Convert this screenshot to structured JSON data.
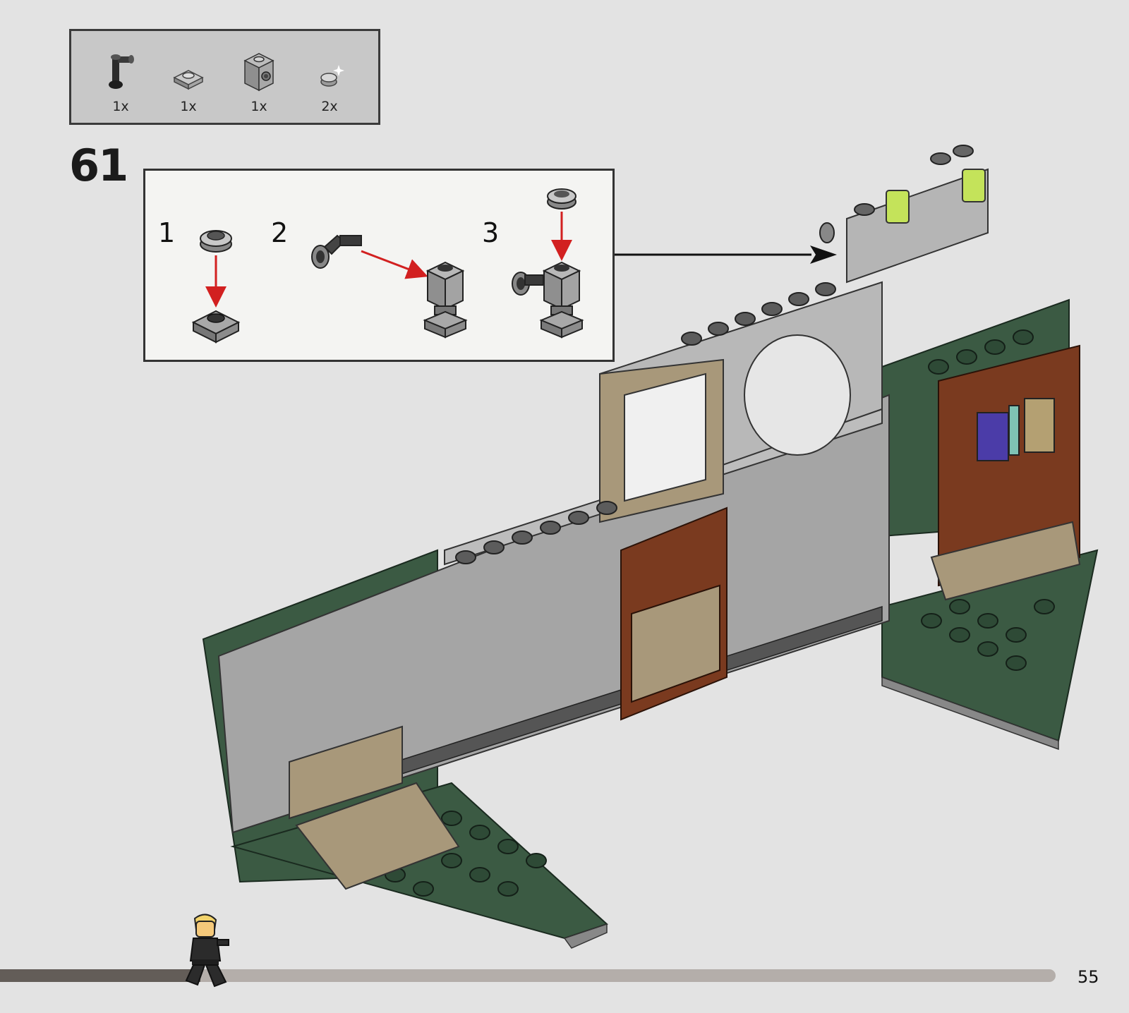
{
  "parts": [
    {
      "icon": "angled-bar-connector-icon",
      "qty": "1x"
    },
    {
      "icon": "round-plate-icon",
      "qty": "1x"
    },
    {
      "icon": "brick-with-stud-icon",
      "qty": "1x"
    },
    {
      "icon": "transparent-round-tile-icon",
      "qty": "2x"
    }
  ],
  "step": {
    "number": "61"
  },
  "substeps": [
    {
      "number": "1"
    },
    {
      "number": "2"
    },
    {
      "number": "3"
    }
  ],
  "progress": {
    "fraction": 0.19
  },
  "page": {
    "number": "55"
  },
  "colors": {
    "background": "#e3e3e3",
    "dark_green": "#3b5a43",
    "light_gray": "#bdbdbd",
    "dark_gray": "#6d6d6d",
    "tan": "#a8987a",
    "reddish_brown": "#7a3a1f",
    "lime": "#c4e35a",
    "arrow_red": "#d22020"
  }
}
